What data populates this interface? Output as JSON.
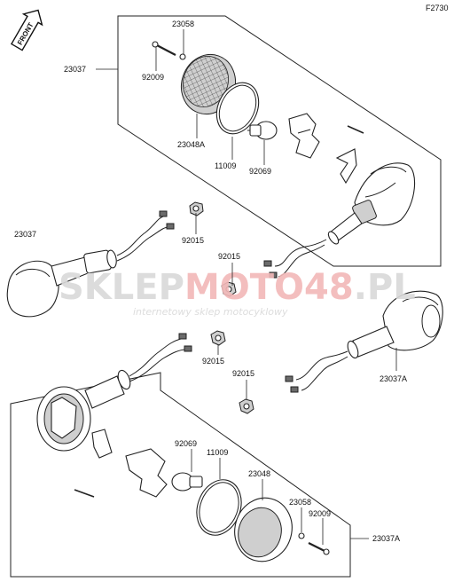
{
  "diagram_code": "F2730",
  "front_label": "FRONT",
  "watermark": {
    "main_a": "SKLEP",
    "main_b": "MOTO",
    "main_c": "48",
    "main_d": ".PL",
    "sub": "internetowy sklep motocyklowy",
    "color_grey": "#d9d9d9",
    "color_red": "#f2b8b8"
  },
  "labels": {
    "l23058_top": "23058",
    "l23037_top": "23037",
    "l92009_top": "92009",
    "l23048A": "23048A",
    "l11009_top": "11009",
    "l92069_top": "92069",
    "l23037_left": "23037",
    "l92015_a": "92015",
    "l92015_b": "92015",
    "l92015_c": "92015",
    "l92015_d": "92015",
    "l23037A_right": "23037A",
    "l92069_bot": "92069",
    "l11009_bot": "11009",
    "l23048": "23048",
    "l23058_bot": "23058",
    "l92009_bot": "92009",
    "l23037A_bot": "23037A"
  }
}
